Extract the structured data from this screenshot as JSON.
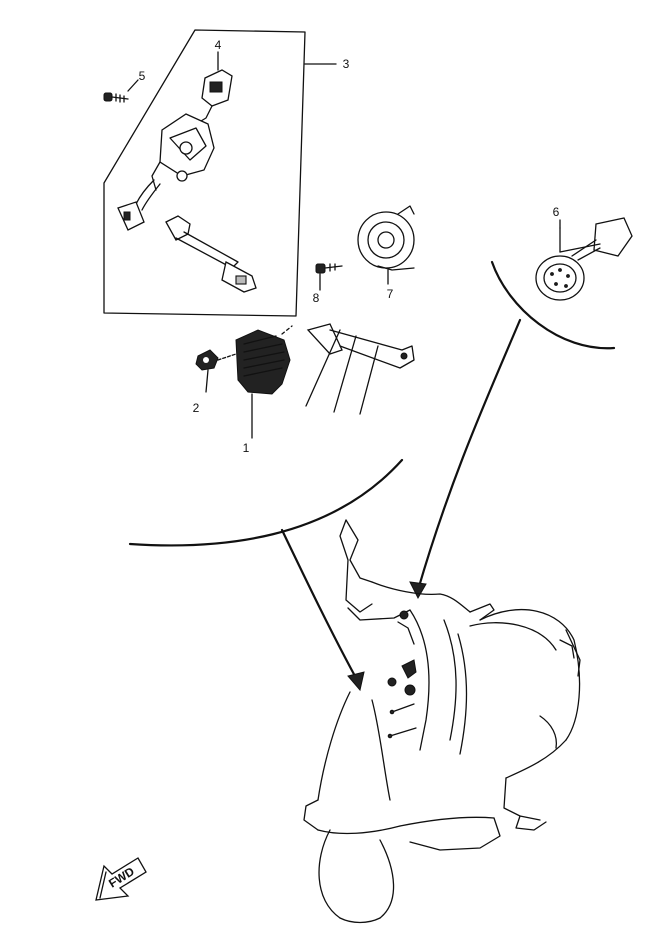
{
  "callouts": [
    {
      "id": "1",
      "label": "1"
    },
    {
      "id": "2",
      "label": "2"
    },
    {
      "id": "3",
      "label": "3"
    },
    {
      "id": "4",
      "label": "4"
    },
    {
      "id": "5",
      "label": "5"
    },
    {
      "id": "6",
      "label": "6"
    },
    {
      "id": "7",
      "label": "7"
    },
    {
      "id": "8",
      "label": "8"
    }
  ],
  "fwd_label": "FWD"
}
